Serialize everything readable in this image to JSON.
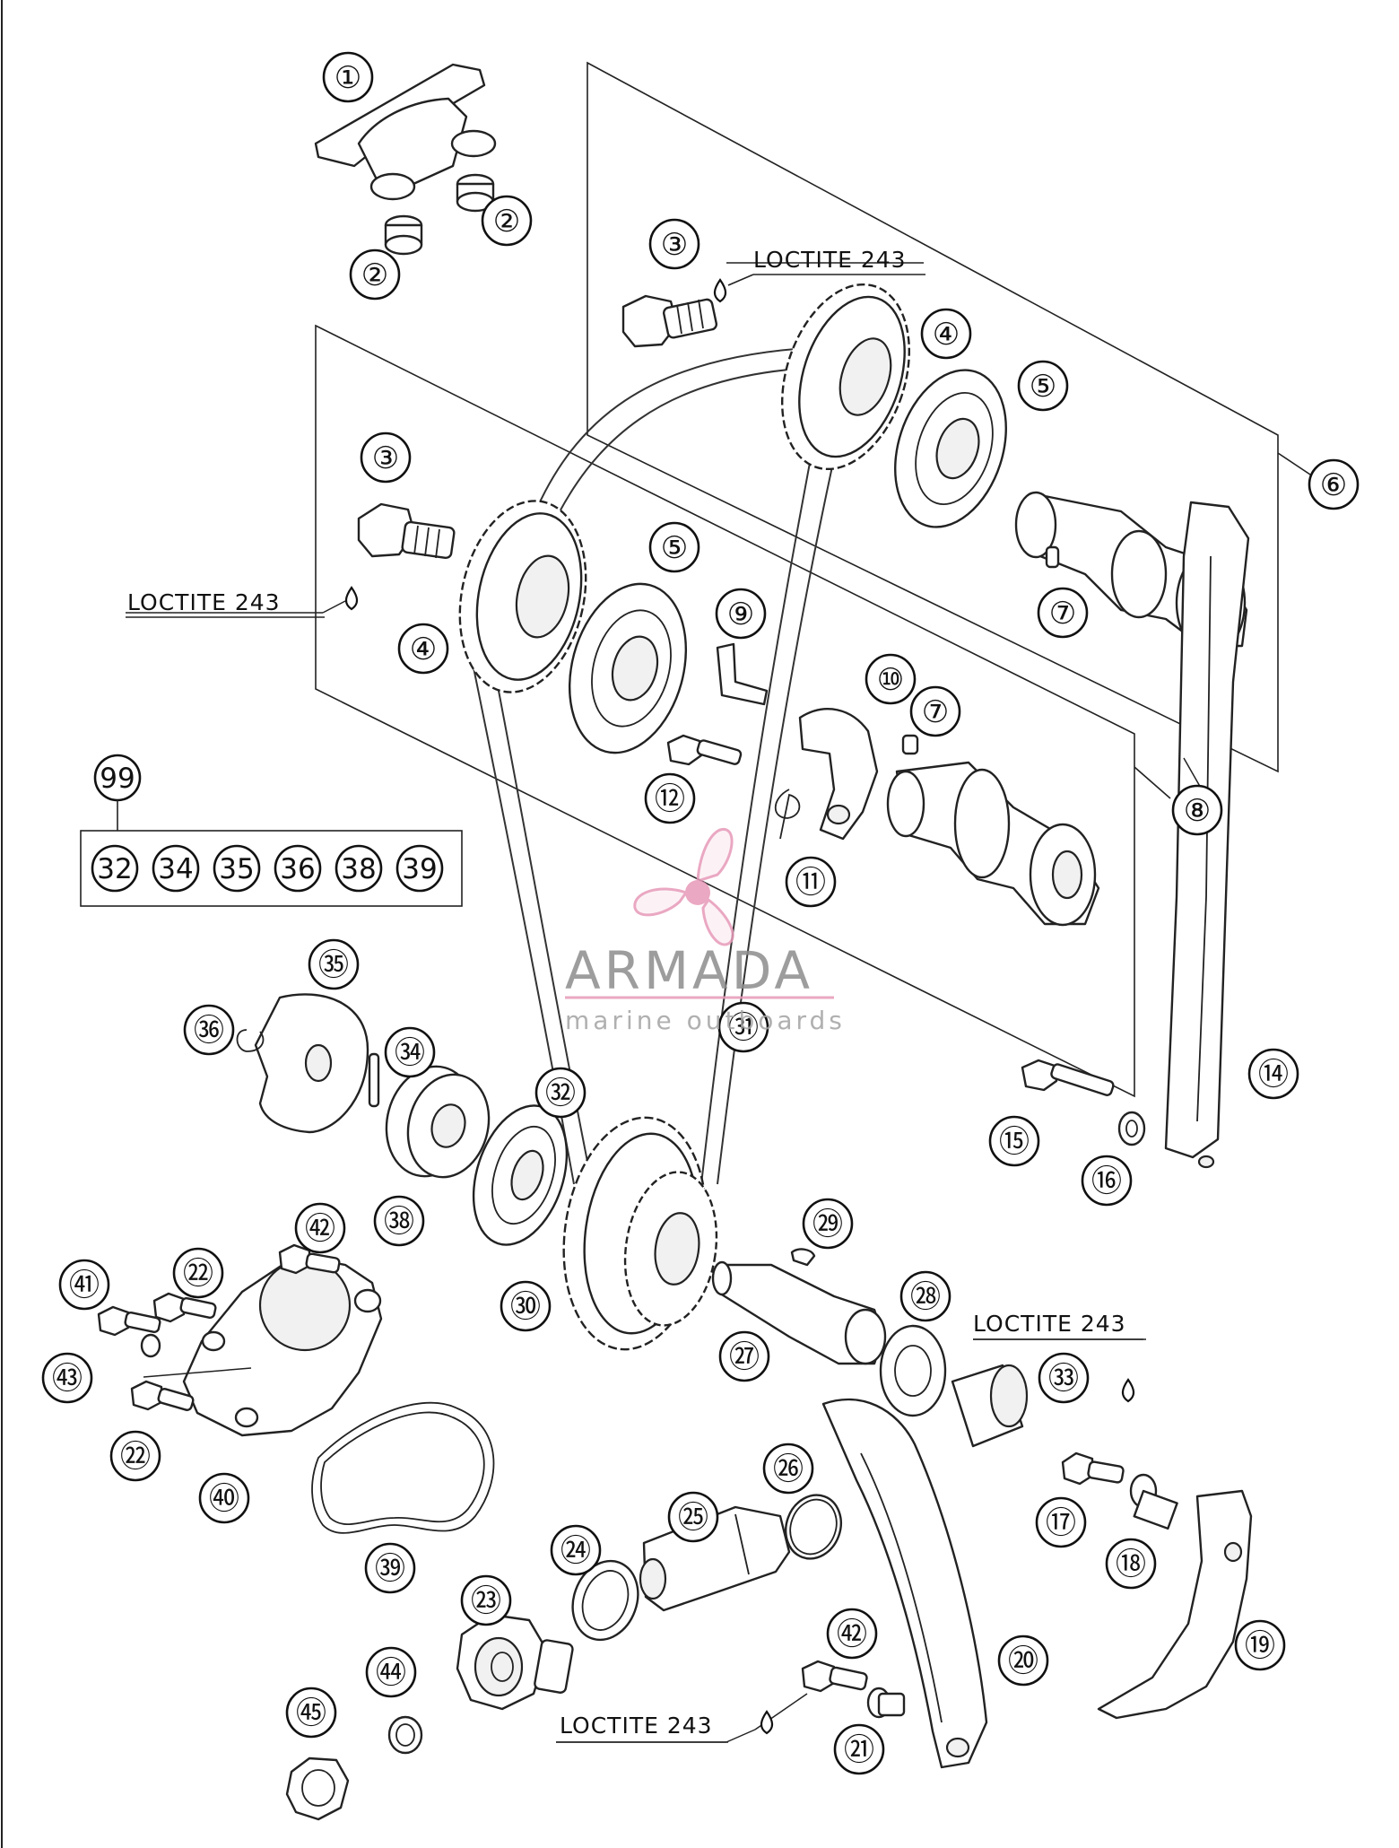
{
  "callouts": [
    {
      "label": "①"
    },
    {
      "label": "②"
    },
    {
      "label": "②"
    },
    {
      "label": "③"
    },
    {
      "label": "③"
    },
    {
      "label": "④"
    },
    {
      "label": "④"
    },
    {
      "label": "⑤"
    },
    {
      "label": "⑤"
    },
    {
      "label": "⑥"
    },
    {
      "label": "⑦"
    },
    {
      "label": "⑦"
    },
    {
      "label": "⑧"
    },
    {
      "label": "⑨"
    },
    {
      "label": "⑩"
    },
    {
      "label": "⑪"
    },
    {
      "label": "⑫"
    },
    {
      "label": "⑭"
    },
    {
      "label": "⑮"
    },
    {
      "label": "⑯"
    },
    {
      "label": "⑰"
    },
    {
      "label": "⑱"
    },
    {
      "label": "⑲"
    },
    {
      "label": "⑳"
    },
    {
      "label": "㉑"
    },
    {
      "label": "㉒"
    },
    {
      "label": "㉒"
    },
    {
      "label": "㉓"
    },
    {
      "label": "㉔"
    },
    {
      "label": "㉕"
    },
    {
      "label": "㉖"
    },
    {
      "label": "㉗"
    },
    {
      "label": "㉘"
    },
    {
      "label": "㉙"
    },
    {
      "label": "㉚"
    },
    {
      "label": "㉛"
    },
    {
      "label": "㉜"
    },
    {
      "label": "㉝"
    },
    {
      "label": "㉞"
    },
    {
      "label": "㉟"
    },
    {
      "label": "㊱"
    },
    {
      "label": "㊳"
    },
    {
      "label": "㊴"
    },
    {
      "label": "㊵"
    },
    {
      "label": "㊶"
    },
    {
      "label": "㊷"
    },
    {
      "label": "㊷"
    },
    {
      "label": "㊸"
    },
    {
      "label": "㊹"
    },
    {
      "label": "㊺"
    }
  ],
  "kit": {
    "label": "99",
    "items": [
      "32",
      "34",
      "35",
      "36",
      "38",
      "39"
    ]
  },
  "loctite": [
    {
      "text": "LOCTITE 243"
    },
    {
      "text": "LOCTITE 243"
    },
    {
      "text": "LOCTITE 243"
    },
    {
      "text": "LOCTITE 243"
    }
  ],
  "watermark": {
    "brand": "ARMADA",
    "tagline": "marine outboards",
    "color": "#e79ab8"
  }
}
